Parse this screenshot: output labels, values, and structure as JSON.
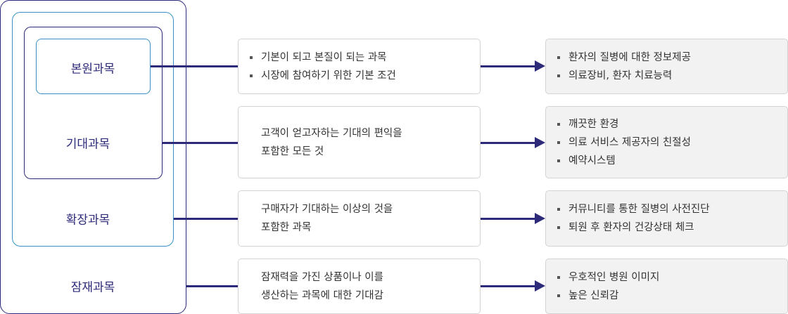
{
  "levels": [
    {
      "name": "본원과목",
      "description": {
        "type": "bullets",
        "lines": [
          "기본이 되고 본질이 되는 과목",
          "시장에 참여하기 위한 기본 조건"
        ]
      },
      "examples": [
        "환자의 질병에 대한 정보제공",
        "의료장비, 환자 치료능력"
      ]
    },
    {
      "name": "기대과목",
      "description": {
        "type": "text",
        "lines": [
          "고객이 얻고자하는 기대의 편익을",
          "포함한 모든 것"
        ]
      },
      "examples": [
        "깨끗한 환경",
        "의료 서비스 제공자의 친절성",
        "예약시스템"
      ]
    },
    {
      "name": "확장과목",
      "description": {
        "type": "text",
        "lines": [
          "구매자가 기대하는 이상의 것을",
          "포함한 과목"
        ]
      },
      "examples": [
        "커뮤니티를 통한 질병의 사전진단",
        "퇴원 후 환자의 건강상태 체크"
      ]
    },
    {
      "name": "잠재과목",
      "description": {
        "type": "text",
        "lines": [
          "잠재력을 가진 상품이나 이를",
          "생산하는 과목에 대한 기대감"
        ]
      },
      "examples": [
        "우호적인 병원 이미지",
        "높은 신뢰감"
      ]
    }
  ],
  "colors": {
    "accent": "#2d2a7a",
    "inner_border": "#3b8fc6",
    "example_bg": "#f2f2f2"
  }
}
